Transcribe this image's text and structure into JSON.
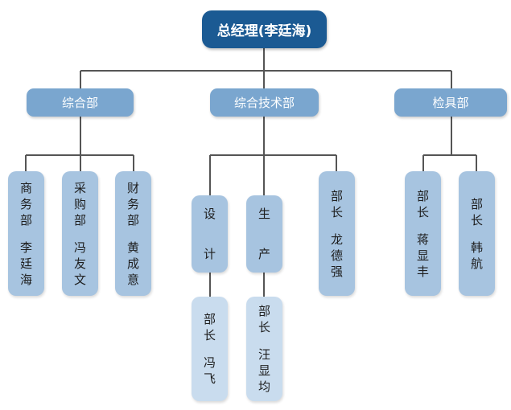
{
  "general_manager": {
    "label": "总经理(李廷海)"
  },
  "departments": [
    {
      "label": "综合部",
      "units": [
        {
          "title": "商务部",
          "person": "李廷海"
        },
        {
          "title": "采购部",
          "person": "冯友文"
        },
        {
          "title": "财务部",
          "person": "黄成意"
        }
      ]
    },
    {
      "label": "综合技术部",
      "units": [
        {
          "title": "设计",
          "head_title": "部长",
          "person": "冯飞"
        },
        {
          "title": "生产",
          "head_title": "部长",
          "person": "汪显均"
        },
        {
          "title": "部长",
          "person": "龙德强"
        }
      ]
    },
    {
      "label": "检具部",
      "units": [
        {
          "title": "部长",
          "person": "蒋显丰"
        },
        {
          "title": "部长",
          "person": "韩航"
        }
      ]
    }
  ],
  "colors": {
    "top_box": "#1b5a93",
    "dept_box": "#7aa6cf",
    "unit_box": "#a7c4e0",
    "sub_box": "#c9dcee",
    "connector": "#555555"
  }
}
